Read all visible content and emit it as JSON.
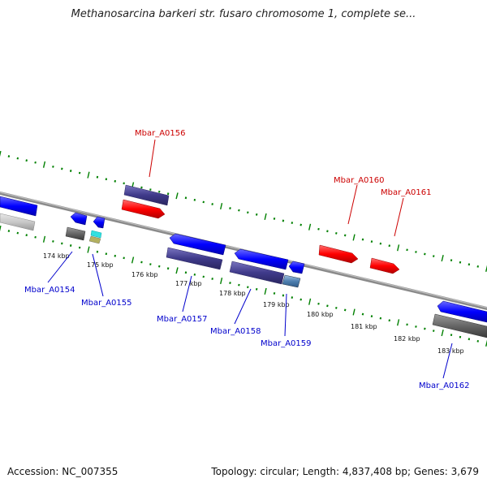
{
  "title": "Methanosarcina barkeri str. fusaro chromosome 1, complete se...",
  "footer": {
    "accession": "Accession: NC_007355",
    "stats": "Topology: circular; Length: 4,837,408 bp; Genes: 3,679"
  },
  "scale_labels": [
    "174 kbp",
    "175 kbp",
    "176 kbp",
    "177 kbp",
    "178 kbp",
    "179 kbp",
    "180 kbp",
    "181 kbp",
    "182 kbp",
    "183 kbp"
  ],
  "gene_labels": {
    "forward": [
      "Mbar_A0156",
      "Mbar_A0160",
      "Mbar_A0161"
    ],
    "reverse": [
      "Mbar_A0154",
      "Mbar_A0155",
      "Mbar_A0157",
      "Mbar_A0158",
      "Mbar_A0159",
      "Mbar_A0162"
    ]
  },
  "colors": {
    "forward_label": "#cc0000",
    "reverse_label": "#0000cc",
    "cds_forward": "#ff0000",
    "cds_reverse": "#0000ff",
    "gene_dark": "#3f3a8a",
    "backbone": "#808080",
    "tick": "#008000"
  }
}
